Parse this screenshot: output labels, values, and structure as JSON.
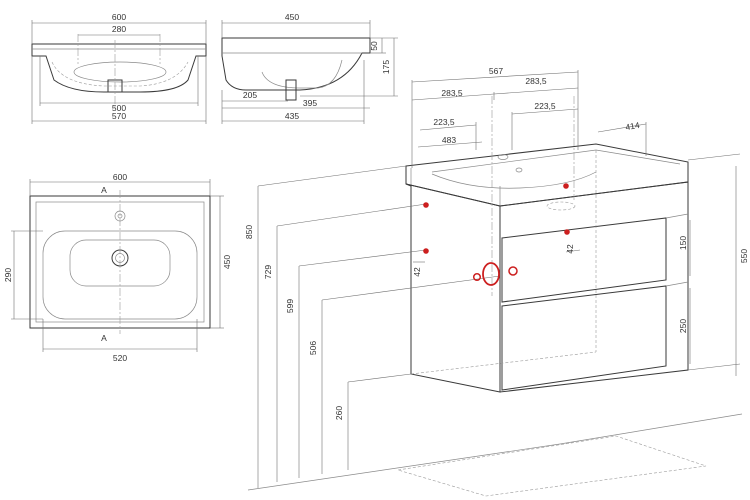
{
  "front_view": {
    "dims": {
      "width": "600",
      "holes": "280",
      "basin_bottom": "500",
      "basin_base": "570"
    }
  },
  "side_view": {
    "dims": {
      "depth": "450",
      "rim": "50",
      "height": "175",
      "drain_x": "205",
      "drain_depth": "395",
      "base_depth": "435"
    }
  },
  "top_view": {
    "dims": {
      "width": "600",
      "depth": "450",
      "bowl_depth": "290",
      "bowl_width": "520"
    },
    "section_label_top": "A",
    "section_label_bottom": "A"
  },
  "perspective": {
    "dims": {
      "width_567": "567",
      "half_left": "283,5",
      "half_right": "283,5",
      "quarter_left": "223,5",
      "quarter_right": "223,5",
      "depth_483": "483",
      "depth_414": "414",
      "h_850": "850",
      "h_729": "729",
      "h_599": "599",
      "h_506": "506",
      "h_260": "260",
      "h_550": "550",
      "h_150": "150",
      "h_250": "250",
      "gap_42_left": "42",
      "gap_42_right": "42"
    }
  },
  "colors": {
    "line": "#3a3a3a",
    "marker": "#cc1f1f"
  }
}
